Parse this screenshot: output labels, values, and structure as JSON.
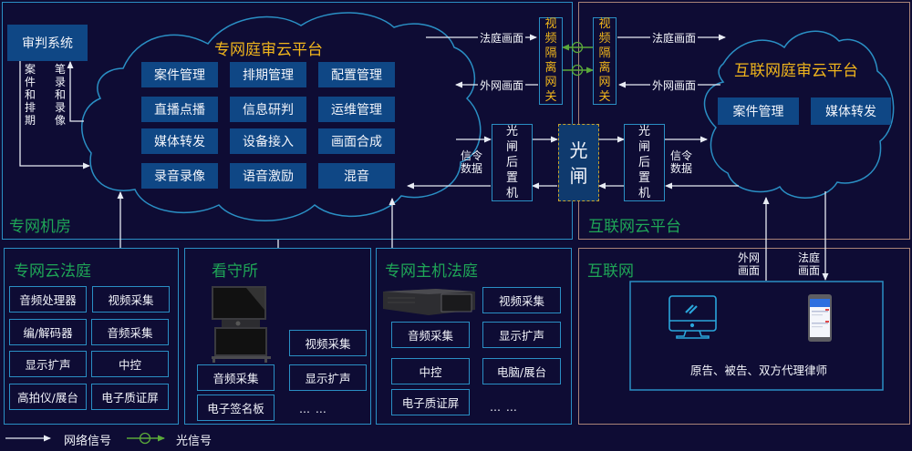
{
  "regions": {
    "private_room": "专网机房",
    "internet_cloud_platform": "互联网云平台",
    "cloud_court": "专网云法庭",
    "detention": "看守所",
    "host_court": "专网主机法庭",
    "internet": "互联网"
  },
  "trial_system": "审判系统",
  "trial_links": {
    "down": [
      "案",
      "件",
      "和",
      "排",
      "期"
    ],
    "up": [
      "笔",
      "录",
      "和",
      "录",
      "像"
    ]
  },
  "private_cloud": {
    "title": "专网庭审云平台",
    "modules": [
      "案件管理",
      "排期管理",
      "配置管理",
      "直播点播",
      "信息研判",
      "运维管理",
      "媒体转发",
      "设备接入",
      "画面合成",
      "录音录像",
      "语音激励",
      "混音"
    ]
  },
  "internet_cloud": {
    "title": "互联网庭审云平台",
    "modules": [
      "案件管理",
      "媒体转发"
    ]
  },
  "gateways": {
    "video_isolation": [
      "视",
      "频",
      "隔",
      "离",
      "网",
      "关"
    ],
    "post_machine": [
      "光",
      "闸",
      "后",
      "置",
      "机"
    ],
    "optical_gate": [
      "光",
      "闸"
    ]
  },
  "flow_labels": {
    "court_view": "法庭画面",
    "external_view": "外网画面",
    "signal_data": [
      "信令",
      "数据"
    ],
    "external_view_stacked": [
      "外网",
      "画面"
    ],
    "court_view_stacked": [
      "法庭",
      "画面"
    ]
  },
  "cloud_court_devices": [
    "音频处理器",
    "视频采集",
    "编/解码器",
    "音频采集",
    "显示扩声",
    "中控",
    "高拍仪/展台",
    "电子质证屏"
  ],
  "detention_devices": [
    "视频采集",
    "音频采集",
    "显示扩声",
    "电子签名板",
    "… …"
  ],
  "host_court_devices": [
    "视频采集",
    "音频采集",
    "显示扩声",
    "中控",
    "电脑/展台",
    "电子质证屏",
    "… …"
  ],
  "internet_users": "原告、被告、双方代理律师",
  "legend": {
    "network_signal": "网络信号",
    "optical_signal": "光信号"
  },
  "colors": {
    "background": "#0e0c34",
    "region_blue": "#2a8fc4",
    "region_brown": "#a98378",
    "module_fill": "#0f4785",
    "title_gold": "#f0b51c",
    "title_green": "#1fa657",
    "optical_green": "#5aa83a"
  }
}
